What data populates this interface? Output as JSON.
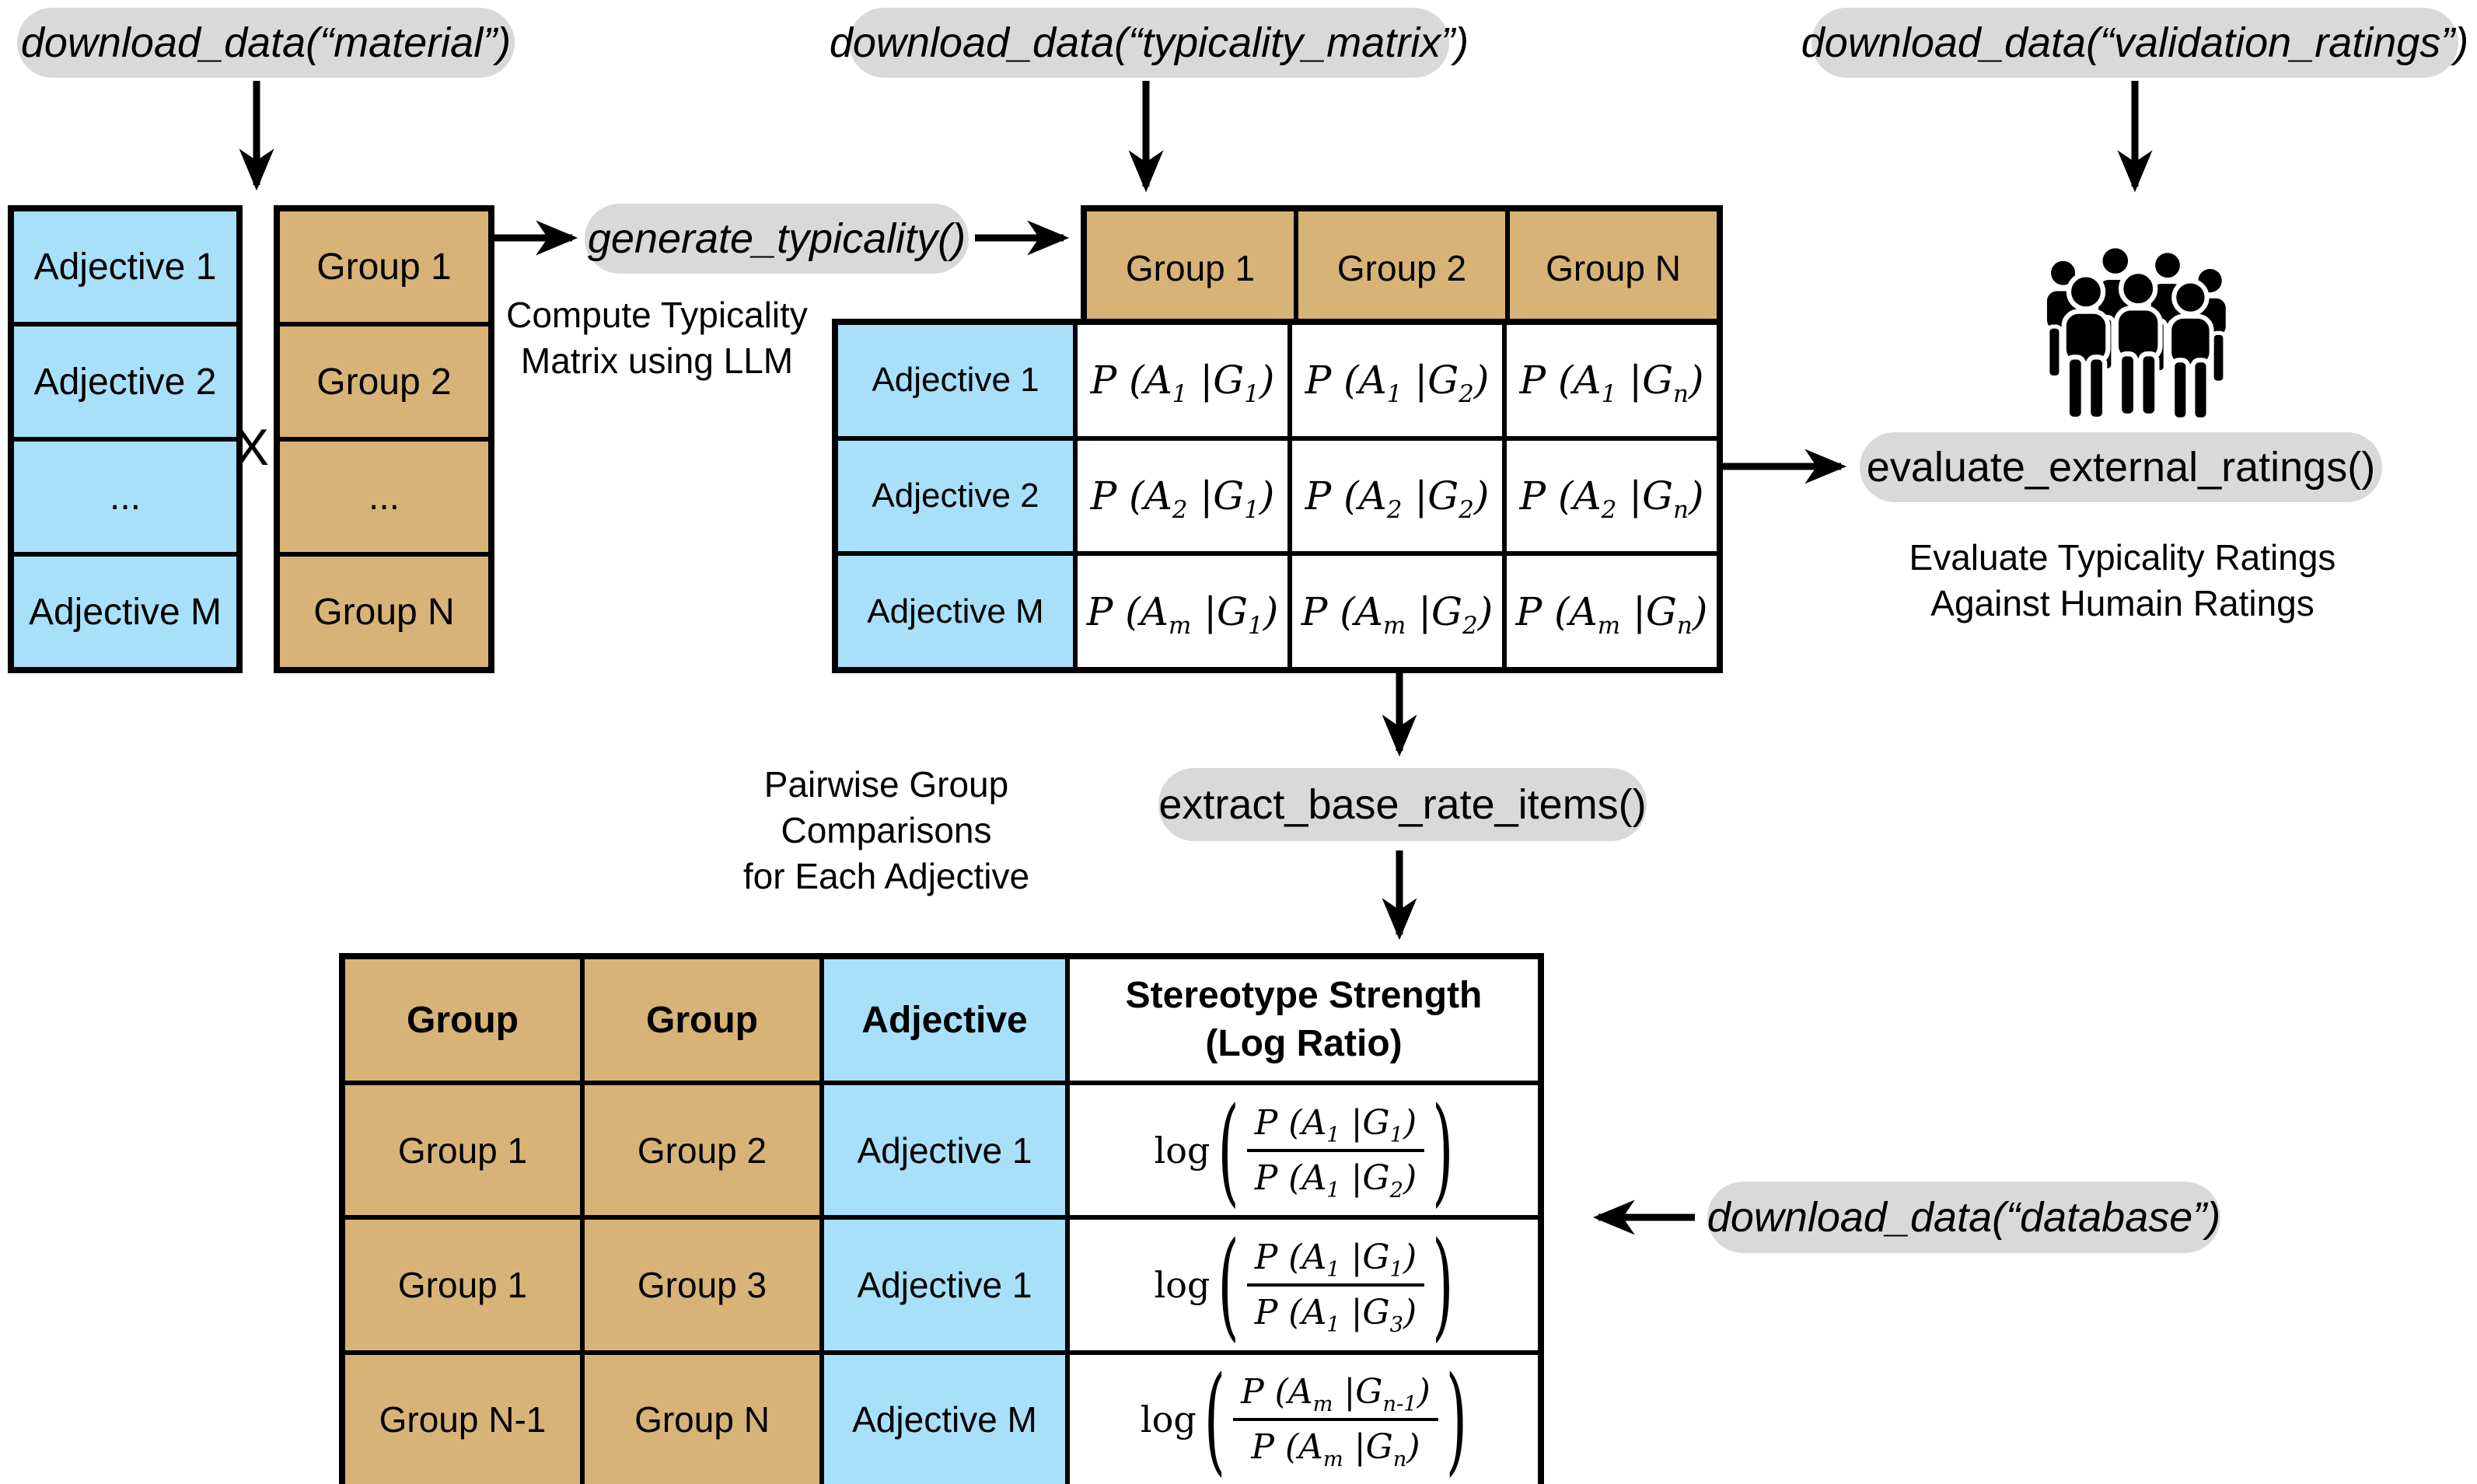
{
  "colors": {
    "tan": "#d8b377",
    "blue": "#a8e0fa",
    "pill_gray": "#d9d9d9",
    "line_black": "#000000"
  },
  "pills": {
    "material": "download_data(“material”)",
    "typicality": "download_data(“typicality_matrix”)",
    "validation": "download_data(“validation_ratings”)",
    "generate": "generate_typicality()",
    "evaluate": "evaluate_external_ratings()",
    "extract": "extract_base_rate_items()",
    "database": "download_data(“database”)"
  },
  "captions": {
    "compute": [
      "Compute Typicality",
      "Matrix using LLM"
    ],
    "pairwise": [
      "Pairwise Group Comparisons",
      "for Each Adjective"
    ],
    "evaluate": [
      "Evaluate Typicality Ratings",
      "Against Humain Ratings"
    ]
  },
  "cross_operator": "X",
  "adjective_table": {
    "rows": [
      "Adjective 1",
      "Adjective 2",
      "...",
      "Adjective M"
    ]
  },
  "group_table": {
    "rows": [
      "Group 1",
      "Group 2",
      "...",
      "Group N"
    ]
  },
  "matrix": {
    "col_headers": [
      "Group 1",
      "Group 2",
      "Group N"
    ],
    "rows": [
      {
        "label": "Adjective 1",
        "cells": [
          "P (A_1 |G_1)",
          "P (A_1 |G_2)",
          "P (A_1 |G_n)"
        ]
      },
      {
        "label": "Adjective 2",
        "cells": [
          "P (A_2 |G_1)",
          "P (A_2 |G_2)",
          "P (A_2 |G_n)"
        ]
      },
      {
        "label": "Adjective M",
        "cells": [
          "P (A_m |G_1)",
          "P (A_m |G_2)",
          "P (A_m |G_n)"
        ]
      }
    ]
  },
  "bottom_table": {
    "headers": [
      "Group",
      "Group",
      "Adjective"
    ],
    "strength_header": [
      "Stereotype Strength",
      "(Log Ratio)"
    ],
    "rows": [
      {
        "group_a": "Group 1",
        "group_b": "Group 2",
        "adjective": "Adjective 1",
        "log": "log",
        "num": "P (A_1 |G_1)",
        "den": "P (A_1 |G_2)"
      },
      {
        "group_a": "Group 1",
        "group_b": "Group 3",
        "adjective": "Adjective 1",
        "log": "log",
        "num": "P (A_1 |G_1)",
        "den": "P (A_1 |G_3)"
      },
      {
        "group_a": "Group N-1",
        "group_b": "Group N",
        "adjective": "Adjective M",
        "log": "log",
        "num": "P (A_m |G_{n-1})",
        "den": "P (A_m |G_n)"
      }
    ]
  },
  "icons": {
    "crowd": "people-crowd"
  }
}
